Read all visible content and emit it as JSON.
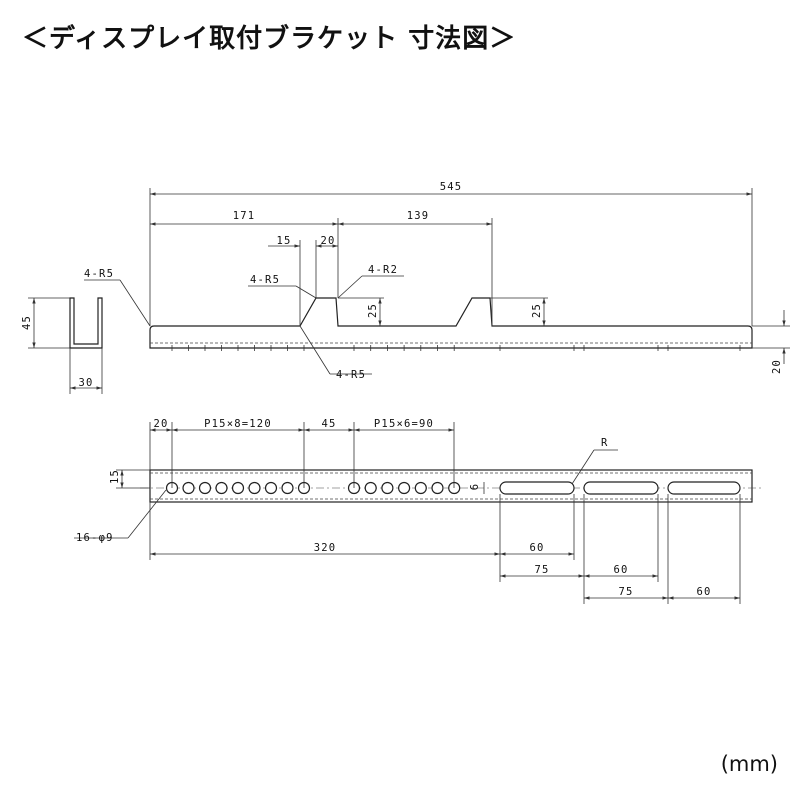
{
  "title": "＜ディスプレイ取付ブラケット 寸法図＞",
  "unit": "(mm)",
  "side_view": {
    "overall_length": "545",
    "seg_left": "171",
    "seg_right": "139",
    "step_a": "15",
    "step_b": "20",
    "radius_left_top": "4-R5",
    "radius_left_mid": "4-R5",
    "radius_right": "4-R2",
    "radius_bottom": "4-R5",
    "tab_height_1": "25",
    "tab_height_2": "25",
    "thickness": "20"
  },
  "section_view": {
    "height": "45",
    "width": "30"
  },
  "plan_view": {
    "edge_offset": "20",
    "pitch_group_1": "P15×8=120",
    "gap": "45",
    "pitch_group_2": "P15×6=90",
    "edge_to_center": "15",
    "slot_width": "9",
    "hole_callout": "16-φ9",
    "slot_radius": "R",
    "to_slot": "320",
    "slot_len_1": "60",
    "slot_pitch_1": "75",
    "slot_len_2": "60",
    "slot_pitch_2": "75",
    "slot_len_3": "60"
  }
}
